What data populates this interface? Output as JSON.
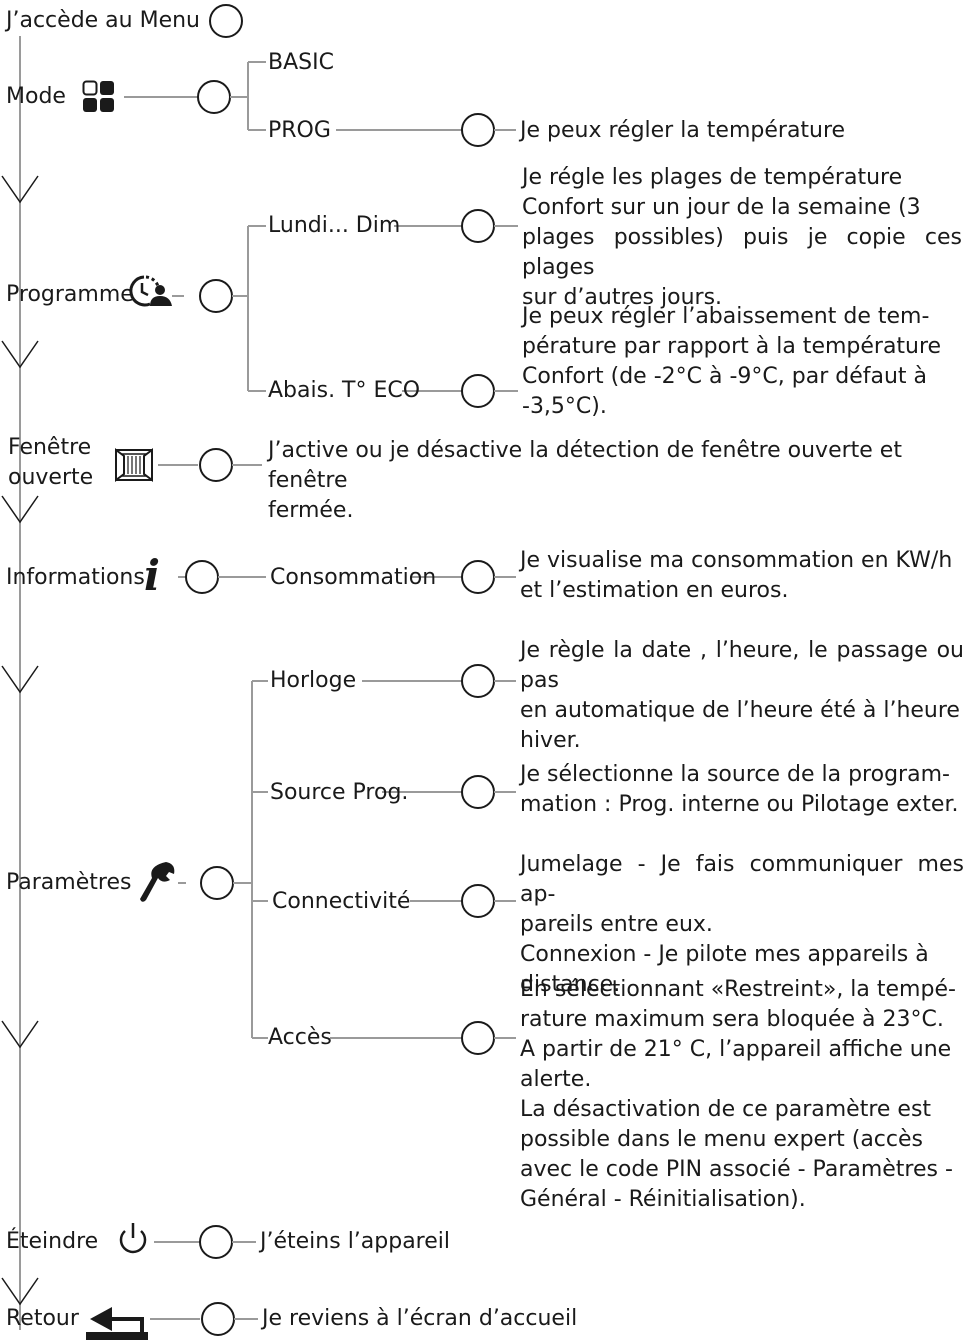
{
  "title": "J’accède au Menu",
  "colors": {
    "line": "#9a9a9a",
    "text": "#1a1a1a",
    "icon": "#1a1a1a"
  },
  "menu": [
    {
      "label": "Mode",
      "icon": "mode-grid-icon",
      "options": [
        {
          "label": "BASIC"
        },
        {
          "label": "PROG",
          "description": "Je peux régler la température"
        }
      ]
    },
    {
      "label": "Programme",
      "icon": "schedule-person-icon",
      "options": [
        {
          "label": "Lundi... Dim",
          "description": [
            "Je régle les plages de température",
            "Confort sur un jour de la semaine  (3",
            "plages possibles) puis je copie ces plages",
            "sur d’autres jours."
          ]
        },
        {
          "label": "Abais. T° ECO",
          "description": [
            "Je peux régler l’abaissement de tem-",
            "pérature par rapport à la température",
            "Confort (de -2°C à -9°C, par défaut à",
            "-3,5°C)."
          ]
        }
      ]
    },
    {
      "label": [
        "Fenêtre",
        "ouverte"
      ],
      "icon": "window-icon",
      "description": [
        "J’active ou je désactive la détection de fenêtre ouverte et fenêtre",
        "fermée."
      ]
    },
    {
      "label": "Informations",
      "icon": "info-icon",
      "options": [
        {
          "label": "Consommation",
          "description": [
            "Je visualise ma consommation en KW/h",
            "et l’estimation en euros."
          ]
        }
      ]
    },
    {
      "label": "Paramètres",
      "icon": "wrench-icon",
      "options": [
        {
          "label": "Horloge",
          "description": [
            "Je règle la date , l’heure, le passage ou pas",
            "en automatique de l’heure été à l’heure",
            "hiver."
          ]
        },
        {
          "label": "Source Prog.",
          "description": [
            "Je sélectionne la source de la program-",
            "mation : Prog. interne ou Pilotage exter."
          ]
        },
        {
          "label": "Connectivité",
          "description": [
            "Jumelage - Je fais communiquer mes ap-",
            "pareils entre eux.",
            "Connexion - Je pilote mes appareils à",
            "distance."
          ]
        },
        {
          "label": "Accès",
          "description": [
            "En sélectionnant «Restreint», la tempé-",
            "rature maximum sera bloquée à 23°C.",
            "A partir de 21° C, l’appareil affiche une",
            "alerte.",
            "La désactivation de ce paramètre est",
            "possible dans le menu expert (accès",
            "avec le code PIN associé - Paramètres -",
            "Général - Réinitialisation)."
          ]
        }
      ]
    },
    {
      "label": "Éteindre",
      "icon": "power-icon",
      "description": "J’éteins  l’appareil"
    },
    {
      "label": "Retour",
      "icon": "return-icon",
      "description": "Je reviens à l’écran d’accueil"
    }
  ]
}
